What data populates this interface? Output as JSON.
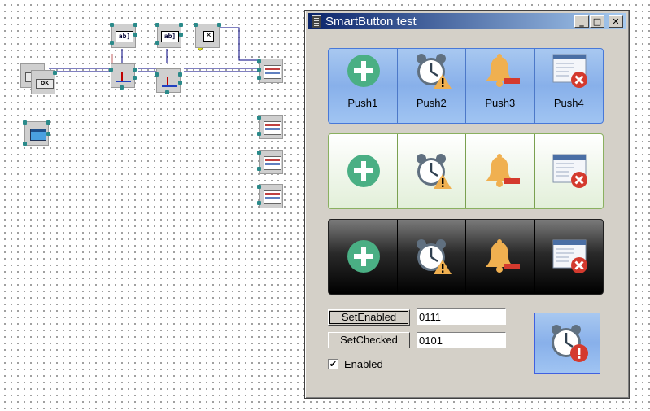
{
  "canvas": {
    "components": [
      {
        "id": "edit1",
        "label": "ab]"
      },
      {
        "id": "edit2",
        "label": "ab]"
      },
      {
        "id": "check",
        "label": "✕"
      },
      {
        "id": "okbtn",
        "label": "OK"
      }
    ]
  },
  "window": {
    "title": "SmartButton test",
    "controls": {
      "minimize": "_",
      "maximize": "□",
      "close": "✕"
    },
    "panels": [
      {
        "style": "blue",
        "buttons": [
          {
            "label": "Push1",
            "icon": "add-icon"
          },
          {
            "label": "Push2",
            "icon": "alarm-clock-warning-icon"
          },
          {
            "label": "Push3",
            "icon": "bell-icon"
          },
          {
            "label": "Push4",
            "icon": "window-close-icon"
          }
        ]
      },
      {
        "style": "green",
        "buttons": [
          {
            "icon": "add-icon"
          },
          {
            "icon": "alarm-clock-warning-icon"
          },
          {
            "icon": "bell-icon"
          },
          {
            "icon": "window-close-icon"
          }
        ]
      },
      {
        "style": "dark",
        "buttons": [
          {
            "icon": "add-icon"
          },
          {
            "icon": "alarm-clock-warning-icon"
          },
          {
            "icon": "bell-icon"
          },
          {
            "icon": "window-close-icon"
          }
        ]
      }
    ],
    "set_enabled_label": "SetEnabled",
    "set_enabled_value": "0111",
    "set_checked_label": "SetChecked",
    "set_checked_value": "0101",
    "enabled_checkbox": {
      "label": "Enabled",
      "checked": true,
      "mark": "✔"
    },
    "big_button_icon": "alarm-clock-error-icon"
  },
  "colors": {
    "title_gradient_start": "#0a246a",
    "title_gradient_end": "#a6caf0",
    "blue_panel_border": "#4878d8",
    "green_panel_border": "#8ab060",
    "icon_green": "#4aaf84",
    "icon_orange": "#f0b050",
    "icon_red": "#d43a2e"
  }
}
